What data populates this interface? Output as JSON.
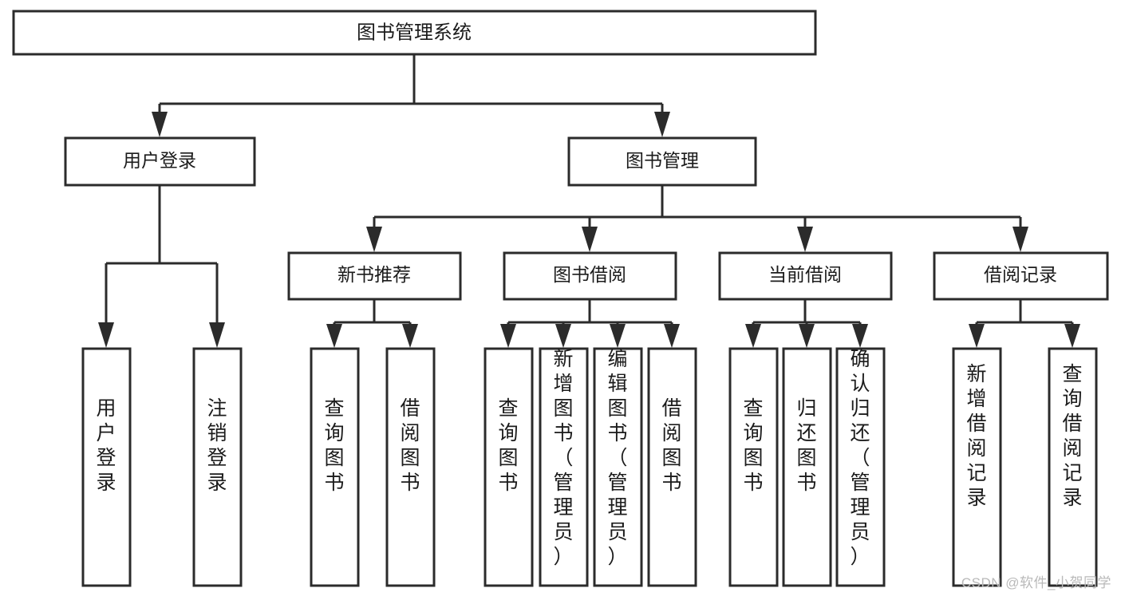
{
  "diagram": {
    "title": "图书管理系统",
    "watermark": "CSDN @软件_小贺同学",
    "root": {
      "label": "图书管理系统"
    },
    "level2": [
      {
        "label": "用户登录"
      },
      {
        "label": "图书管理"
      }
    ],
    "level3": [
      {
        "label": "新书推荐"
      },
      {
        "label": "图书借阅"
      },
      {
        "label": "当前借阅"
      },
      {
        "label": "借阅记录"
      }
    ],
    "leaves": {
      "user_login": [
        {
          "label": "用户登录"
        },
        {
          "label": "注销登录"
        }
      ],
      "new_book_recommend": [
        {
          "label": "查询图书"
        },
        {
          "label": "借阅图书"
        }
      ],
      "book_borrow": [
        {
          "label": "查询图书"
        },
        {
          "label": "新增图书（管理员）"
        },
        {
          "label": "编辑图书（管理员）"
        },
        {
          "label": "借阅图书"
        }
      ],
      "current_borrow": [
        {
          "label": "查询图书"
        },
        {
          "label": "归还图书"
        },
        {
          "label": "确认归还（管理员）"
        }
      ],
      "borrow_record": [
        {
          "label": "新增借阅记录"
        },
        {
          "label": "查询借阅记录"
        }
      ]
    },
    "colors": {
      "stroke": "#2b2b2b",
      "fill": "#ffffff",
      "text": "#1b1b1b",
      "watermark": "#b9b9b9"
    }
  }
}
